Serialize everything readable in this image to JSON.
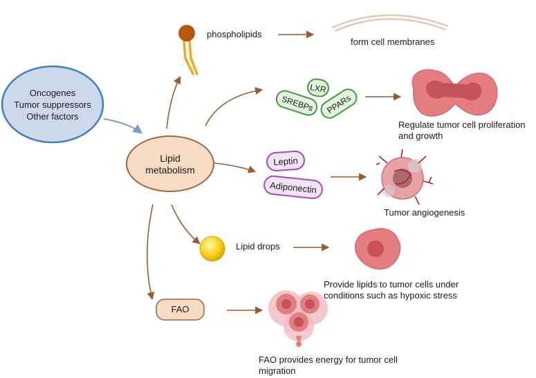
{
  "colors": {
    "arrow": "#9a5a2b",
    "blue_fill": "#cdd9ea",
    "blue_stroke": "#3f7fc1",
    "lipid_fill": "#f6dcc4",
    "lipid_stroke": "#a0653c",
    "green_fill": "#e3f4dd",
    "green_stroke": "#3f9a3f",
    "purple_fill": "#f3e3f7",
    "purple_stroke": "#a947b8",
    "tumor": "#e37d80",
    "tumor_core": "#c65359"
  },
  "sources": {
    "line1": "Oncogenes",
    "line2": "Tumor suppressors",
    "line3": "Other factors"
  },
  "center_node": {
    "line1": "Lipid",
    "line2": "metabolism"
  },
  "branches": {
    "phospholipids": {
      "label": "phospholipids",
      "outcome": "form cell membranes",
      "icon": "phospholipid-icon"
    },
    "receptors": {
      "pills": [
        "SREBPs",
        "LXR",
        "PPARs"
      ],
      "outcome_line1": "Regulate tumor cell proliferation",
      "outcome_line2": "and growth",
      "icon": "dividing-cell-icon"
    },
    "adipokines": {
      "pills": [
        "Leptin",
        "Adiponectin"
      ],
      "outcome": "Tumor angiogenesis",
      "icon": "angiogenesis-icon"
    },
    "lipid_drops": {
      "label": "Lipid drops",
      "outcome_line1": "Provide lipids to tumor cells under",
      "outcome_line2": "conditions such as hypoxic stress",
      "icon": "lipid-droplet-icon"
    },
    "fao": {
      "label": "FAO",
      "outcome_line1": "FAO provides energy for tumor cell",
      "outcome_line2": "migration",
      "icon": "migrating-cells-icon"
    }
  }
}
